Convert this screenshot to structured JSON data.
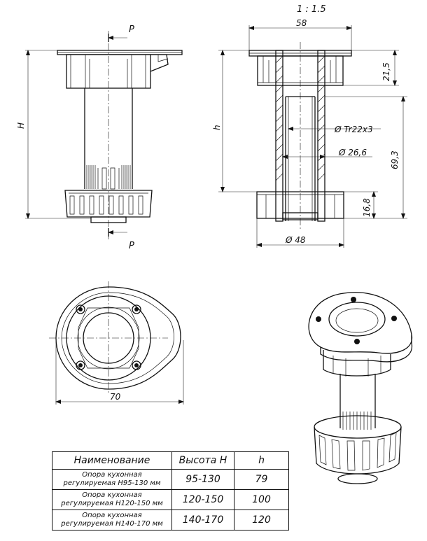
{
  "scale": "1 : 1.5",
  "section_marks": {
    "top": "P",
    "bottom": "P"
  },
  "dimensions": {
    "H": "H",
    "h": "h",
    "width_58": "58",
    "height_21_5": "21,5",
    "height_69_3": "69,3",
    "height_16_8": "16,8",
    "thread": "Ø Tr22x3",
    "diameter_26_6": "Ø 26,6",
    "diameter_48": "Ø 48",
    "width_70": "70"
  },
  "table": {
    "headers": [
      "Наименование",
      "Высота H",
      "h"
    ],
    "rows": [
      {
        "name_line1": "Опора кухонная",
        "name_line2": "регулируемая H95-130 мм",
        "height": "95-130",
        "h": "79"
      },
      {
        "name_line1": "Опора кухонная",
        "name_line2": "регулируемая H120-150 мм",
        "height": "120-150",
        "h": "100"
      },
      {
        "name_line1": "Опора кухонная",
        "name_line2": "регулируемая H140-170 мм",
        "height": "140-170",
        "h": "120"
      }
    ]
  }
}
